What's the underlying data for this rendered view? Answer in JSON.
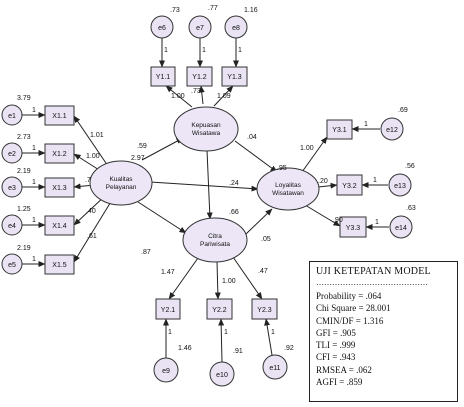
{
  "latents": {
    "kp": {
      "line1": "Kualitas",
      "line2": "Pelayanan"
    },
    "kw": {
      "line1": "Kepuasan",
      "line2": "Wisatawa"
    },
    "cp": {
      "line1": "Citra",
      "line2": "Pariwisata"
    },
    "lw": {
      "line1": "Loyalitas",
      "line2": "Wisatawan"
    }
  },
  "observed": {
    "x1": "X1.1",
    "x2": "X1.2",
    "x3": "X1.3",
    "x4": "X1.4",
    "x5": "X1.5",
    "y11": "Y1.1",
    "y12": "Y1.2",
    "y13": "Y1.3",
    "y21": "Y2.1",
    "y22": "Y2.2",
    "y23": "Y2.3",
    "y31": "Y3.1",
    "y32": "Y3.2",
    "y33": "Y3.3"
  },
  "errors": {
    "e1": "e1",
    "e2": "e2",
    "e3": "e3",
    "e4": "e4",
    "e5": "e5",
    "e6": "e6",
    "e7": "e7",
    "e8": "e8",
    "e9": "e9",
    "e10": "e10",
    "e11": "e11",
    "e12": "e12",
    "e13": "e13",
    "e14": "e14"
  },
  "estimates": {
    "var_e1": "3.79",
    "var_e2": "2.73",
    "var_e3": "2.19",
    "var_e4": "1.25",
    "var_e5": "2.19",
    "var_e6": ".73",
    "var_e7": ".77",
    "var_e8": "1.16",
    "var_e9": "1.46",
    "var_e10": ".91",
    "var_e11": ".92",
    "var_e12": ".69",
    "var_e13": ".56",
    "var_e14": ".63",
    "one": "1",
    "l_x1": "1.01",
    "l_x2": "1.00",
    "l_x3": ".7",
    "l_x4": ".40",
    "l_x5": ".61",
    "l_y11": "1.00",
    "l_y12": ".73",
    "l_y13": "1.09",
    "l_y21": "1.47",
    "l_y22": "1.00",
    "l_y23": ".47",
    "l_y31": "1.00",
    "l_y32": ".20",
    "l_y33": ".90",
    "p_kp_kw": ".59",
    "p_kp_kw2": "2.97",
    "p_kp_cp": ".87",
    "p_kp_lw": ".24",
    "p_kw_lw": ".04",
    "p_cp_lw": ".05",
    "p_kw_cp": "",
    "r2_kw": "",
    "r2_cp": ".66",
    "r2_lw": ".95"
  },
  "fit": {
    "title": "UJI KETEPATAN MODEL",
    "dots": "……………………………………",
    "probability": "Probability = .064",
    "chi_square": "Chi Square = 28.001",
    "cmin_df": "CMIN/DF = 1.316",
    "gfi": "GFI = .905",
    "tli": "TLI = .999",
    "cfi": "CFI = .943",
    "rmsea": "RMSEA = .062",
    "agfi": "AGFI = .859"
  }
}
